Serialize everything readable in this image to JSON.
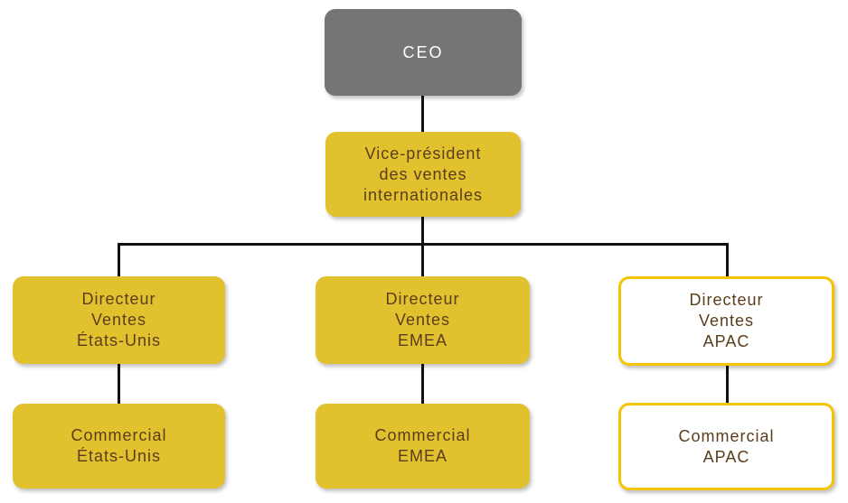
{
  "org_chart": {
    "ceo": {
      "lines": [
        "CEO"
      ]
    },
    "vp": {
      "lines": [
        "Vice-président",
        "des ventes",
        "internationales"
      ]
    },
    "directors": [
      {
        "lines": [
          "Directeur",
          "Ventes",
          "États-Unis"
        ]
      },
      {
        "lines": [
          "Directeur",
          "Ventes",
          "EMEA"
        ]
      },
      {
        "lines": [
          "Directeur",
          "Ventes",
          "APAC"
        ]
      }
    ],
    "reps": [
      {
        "lines": [
          "Commercial",
          "États-Unis"
        ]
      },
      {
        "lines": [
          "Commercial",
          "EMEA"
        ]
      },
      {
        "lines": [
          "Commercial",
          "APAC"
        ]
      }
    ]
  },
  "colors": {
    "ceo_fill": "#757575",
    "node_fill": "#e2c12f",
    "highlight_border": "#f5c400",
    "text": "#5a3e1b",
    "connector": "#111111"
  }
}
